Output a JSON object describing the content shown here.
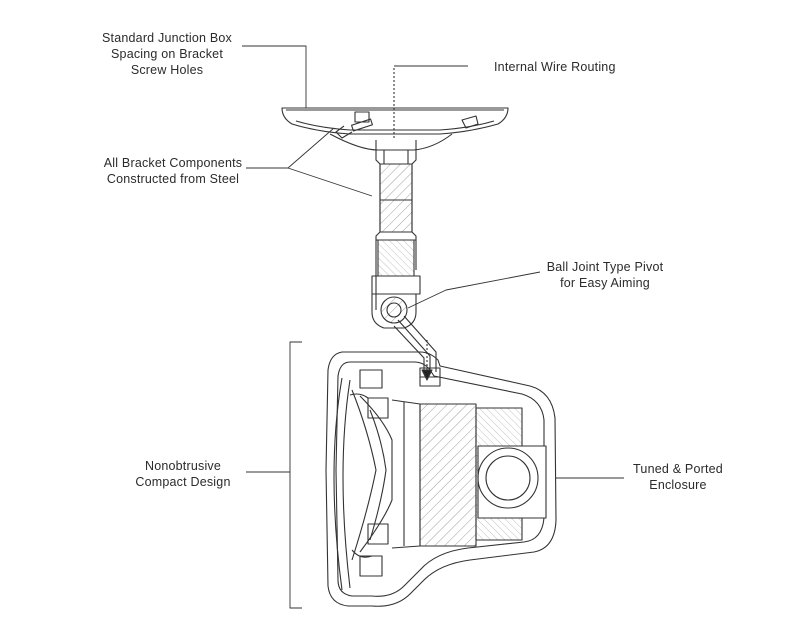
{
  "colors": {
    "line": "#333333",
    "hatch": "#777777",
    "background": "#ffffff"
  },
  "labels": {
    "junction_box": [
      "Standard Junction Box",
      "Spacing on Bracket",
      "Screw Holes"
    ],
    "wire_routing": [
      "Internal Wire Routing"
    ],
    "bracket_steel": [
      "All Bracket Components",
      "Constructed from Steel"
    ],
    "ball_joint": [
      "Ball Joint Type Pivot",
      "for Easy Aiming"
    ],
    "compact_design": [
      "Nonobtrusive",
      "Compact Design"
    ],
    "enclosure": [
      "Tuned & Ported",
      "Enclosure"
    ]
  }
}
